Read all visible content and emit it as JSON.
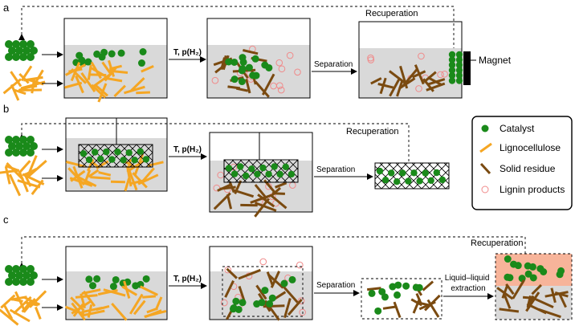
{
  "rows": [
    {
      "label": "a",
      "arrow_label": "T, p(H₂)",
      "separation_label": "Separation",
      "recuperation_label": "Recuperation",
      "magnet_label": "Magnet"
    },
    {
      "label": "b",
      "arrow_label": "T, p(H₂)",
      "separation_label": "Separation",
      "recuperation_label": "Recuperation"
    },
    {
      "label": "c",
      "arrow_label": "T, p(H₂)",
      "separation_label": "Separation",
      "recuperation_label": "Recuperation",
      "extraction_label": "Liquid–liquid extraction"
    }
  ],
  "legend": {
    "items": [
      {
        "icon": "catalyst-dot-icon",
        "label": "Catalyst"
      },
      {
        "icon": "lignocellulose-stick-icon",
        "label": "Lignocellulose"
      },
      {
        "icon": "solid-residue-stick-icon",
        "label": "Solid residue"
      },
      {
        "icon": "lignin-product-circle-icon",
        "label": "Lignin products"
      }
    ]
  },
  "colors": {
    "catalyst": "#1a8a1a",
    "lignocellulose": "#f5a623",
    "solid_residue": "#7a4a10",
    "lignin_product": "#f08a8a",
    "liquid": "#d9d9d9",
    "extraction_phase": "#f7b49a"
  }
}
